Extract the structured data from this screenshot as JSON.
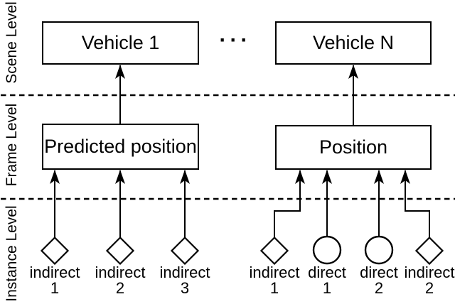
{
  "figure": {
    "background": "#ffffff",
    "line_color": "#000000",
    "levels": [
      {
        "label": "Scene Level"
      },
      {
        "label": "Frame Level"
      },
      {
        "label": "Instance Level"
      }
    ],
    "scene_nodes": [
      {
        "label": "Vehicle 1"
      },
      {
        "label": "Vehicle N"
      }
    ],
    "ellipsis": "···",
    "frame_nodes": [
      {
        "label": "Predicted position"
      },
      {
        "label": "Position"
      }
    ],
    "instance_nodes": [
      {
        "shape": "diamond",
        "label": "indirect",
        "number": "1"
      },
      {
        "shape": "diamond",
        "label": "indirect",
        "number": "2"
      },
      {
        "shape": "diamond",
        "label": "indirect",
        "number": "3"
      },
      {
        "shape": "diamond",
        "label": "indirect",
        "number": "1"
      },
      {
        "shape": "circle",
        "label": "direct",
        "number": "1"
      },
      {
        "shape": "circle",
        "label": "direct",
        "number": "2"
      },
      {
        "shape": "diamond",
        "label": "indirect",
        "number": "2"
      }
    ]
  }
}
